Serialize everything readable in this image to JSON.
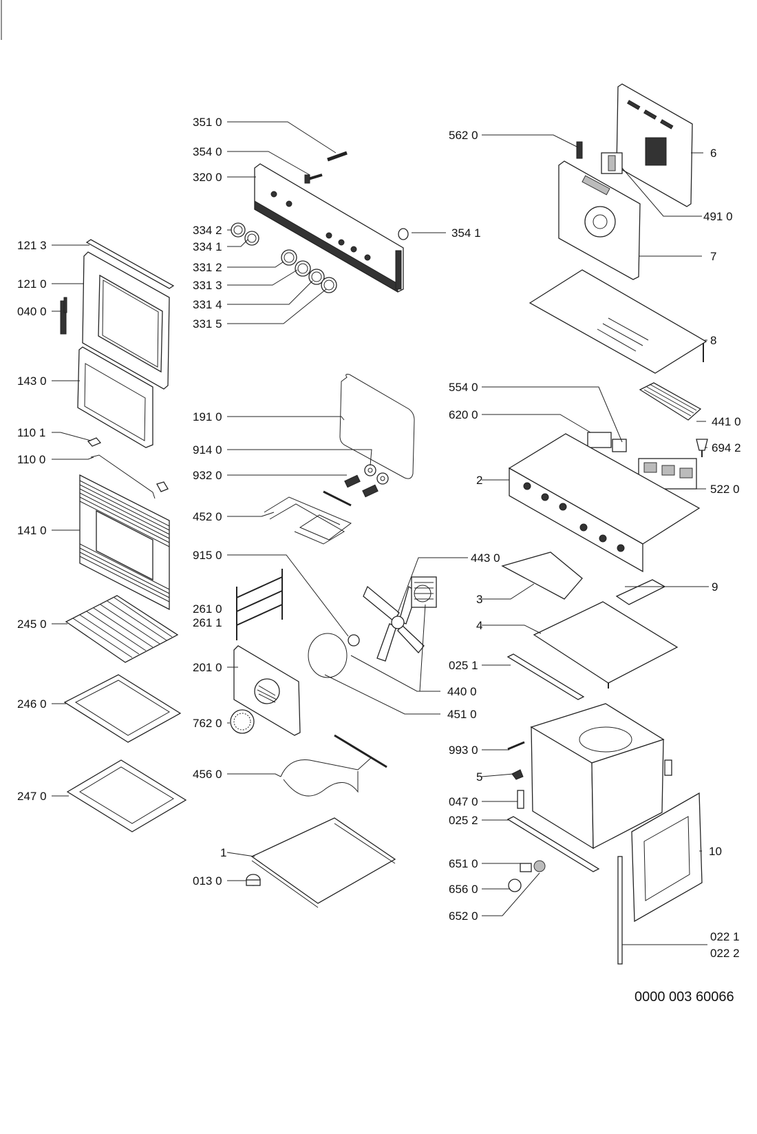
{
  "diagram": {
    "document_number": "0000 003 60066",
    "labels": {
      "l3510": "351 0",
      "l3540": "354 0",
      "l3200": "320 0",
      "l3342": "334 2",
      "l3341": "334 1",
      "l3312": "331 2",
      "l3313": "331 3",
      "l3314": "331 4",
      "l3315": "331 5",
      "l3541": "354 1",
      "l1213": "121 3",
      "l1210": "121 0",
      "l0400": "040 0",
      "l1430": "143 0",
      "l1101": "110 1",
      "l1100": "110 0",
      "l1410": "141 0",
      "l2450": "245 0",
      "l2460": "246 0",
      "l2470": "247 0",
      "l1910": "191 0",
      "l9140": "914 0",
      "l9320": "932 0",
      "l4520": "452 0",
      "l9150": "915 0",
      "l2610": "261 0",
      "l2611": "261 1",
      "l2010": "201 0",
      "l7620": "762 0",
      "l4560": "456 0",
      "l1": "1",
      "l0130": "013 0",
      "l5620": "562 0",
      "l6": "6",
      "l4910": "491 0",
      "l7": "7",
      "l8": "8",
      "l5540": "554 0",
      "l6200": "620 0",
      "l4410": "441 0",
      "l6942": "694 2",
      "l2": "2",
      "l5220": "522 0",
      "l4430": "443 0",
      "l3": "3",
      "l9": "9",
      "l4": "4",
      "l0251": "025 1",
      "l4400": "440 0",
      "l4510": "451 0",
      "l9930": "993 0",
      "l5": "5",
      "l0470": "047 0",
      "l0252": "025 2",
      "l10": "10",
      "l6510": "651 0",
      "l6560": "656 0",
      "l6520": "652 0",
      "l0221": "022 1",
      "l0222": "022 2"
    }
  }
}
